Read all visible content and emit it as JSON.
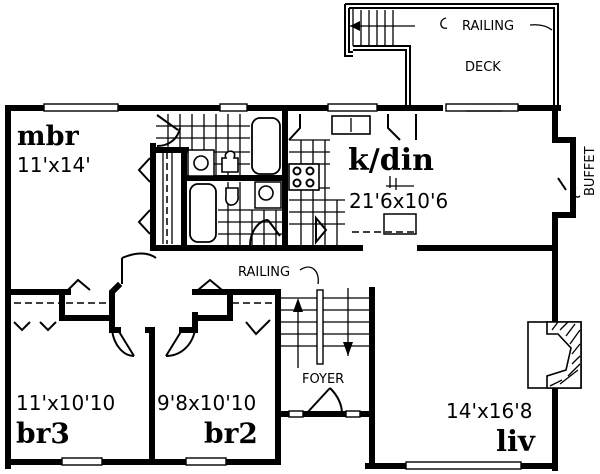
{
  "plan": {
    "rooms": {
      "mbr": {
        "name": "mbr",
        "dims": "11'x14'"
      },
      "kdin": {
        "name": "k/din",
        "dims": "21'6x10'6"
      },
      "br3": {
        "name": "br3",
        "dims": "11'x10'10"
      },
      "br2": {
        "name": "br2",
        "dims": "9'8x10'10"
      },
      "liv": {
        "name": "liv",
        "dims": "14'x16'8"
      }
    },
    "labels": {
      "deck": "DECK",
      "railing_top": "RAILING",
      "railing_stair": "RAILING",
      "buffet": "BUFFET",
      "foyer": "FOYER"
    },
    "colors": {
      "ink": "#000000",
      "paper": "#ffffff"
    }
  }
}
